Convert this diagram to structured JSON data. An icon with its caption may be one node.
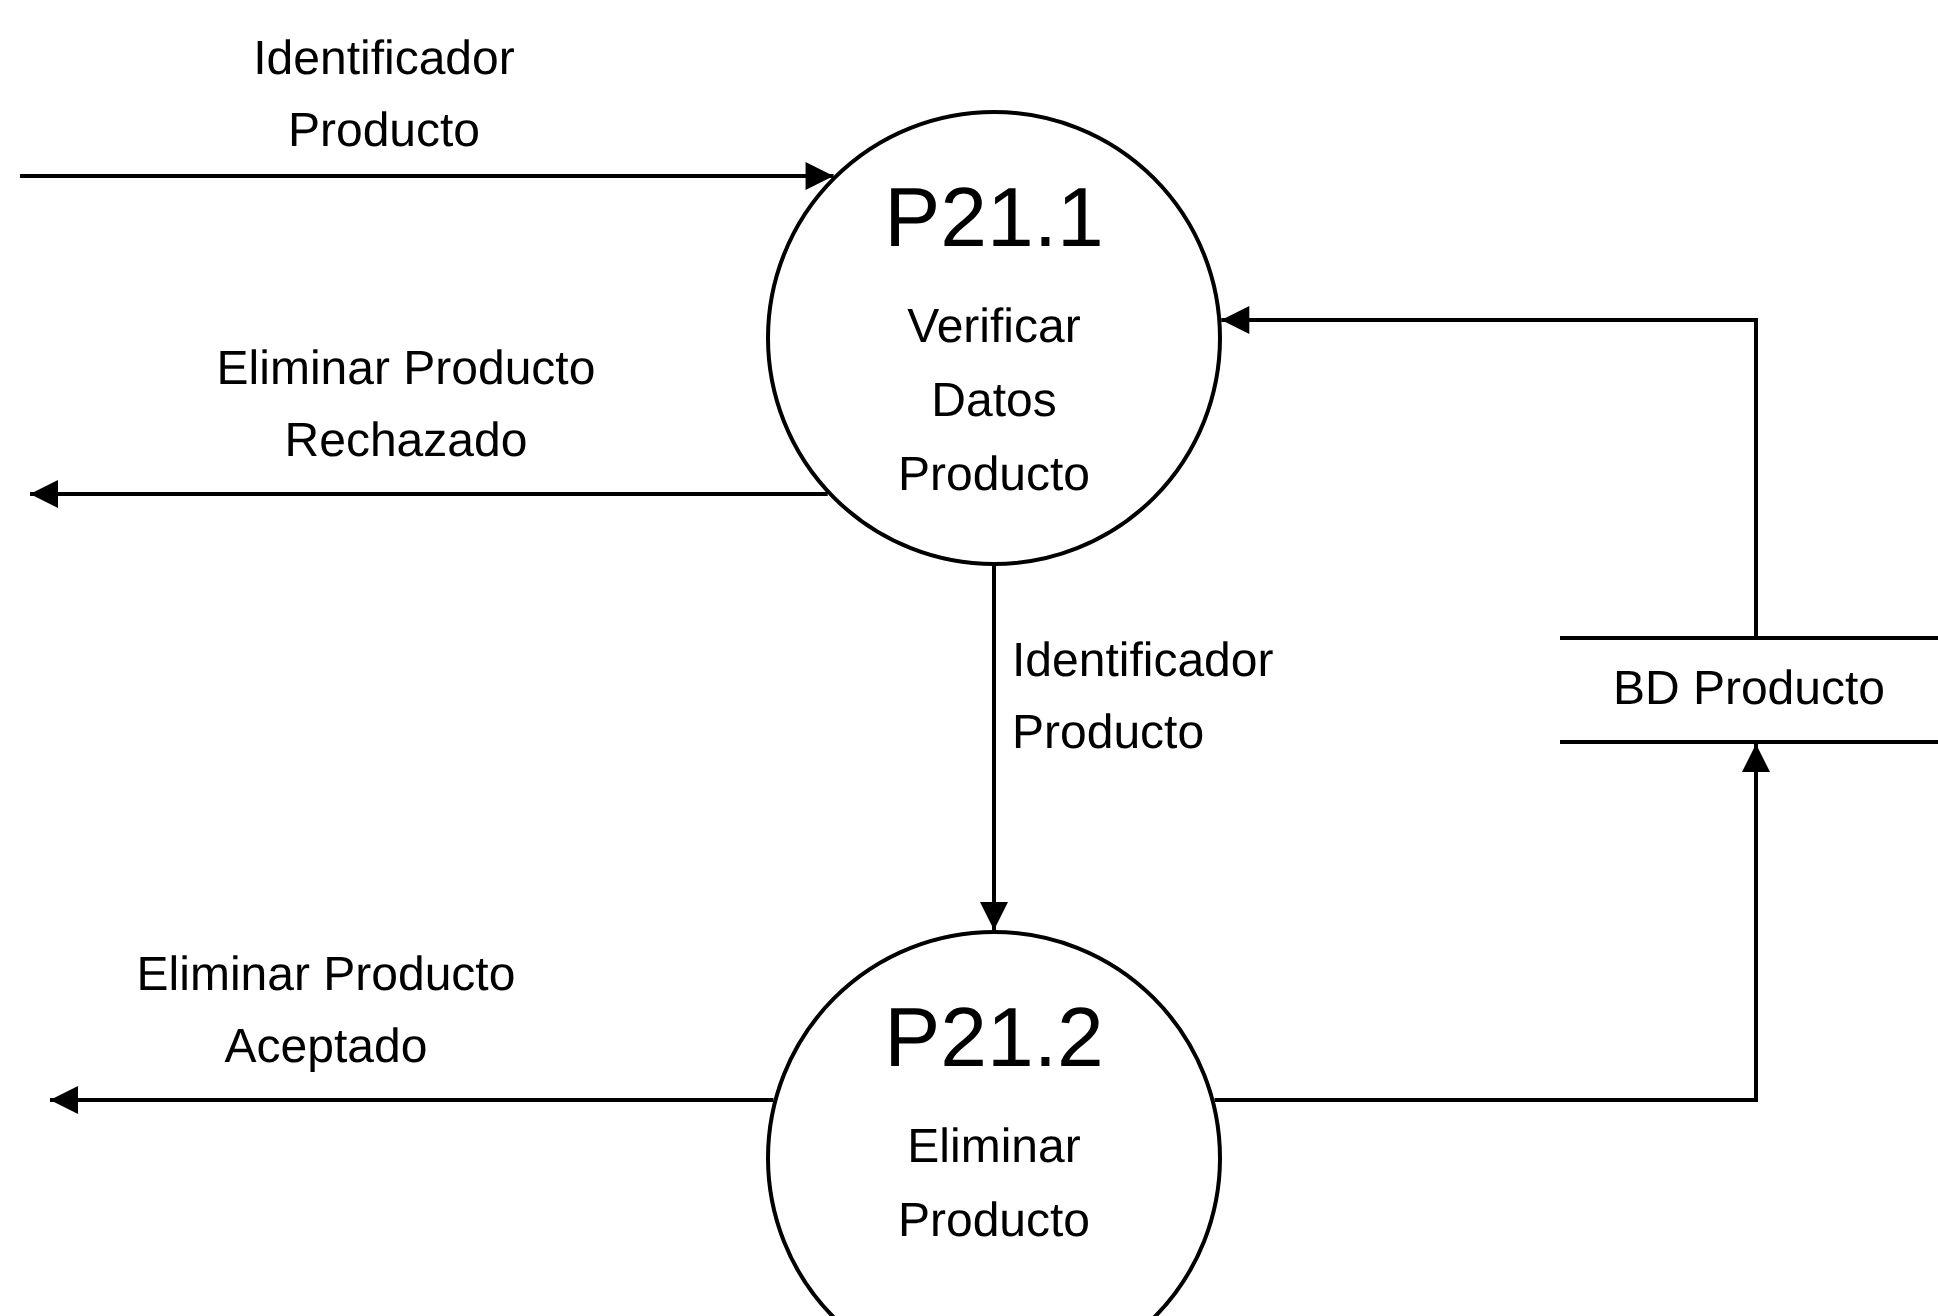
{
  "diagram": {
    "nodes": [
      {
        "text": [
          "P21.1",
          "Verificar Datos Producto"
        ]
      },
      {
        "text": [
          "P21.2",
          "Eliminar Producto"
        ]
      },
      {
        "text": [
          "BD Producto"
        ]
      }
    ],
    "edges": [
      {
        "from": null,
        "to": 0,
        "arrow": "to",
        "label": "Identificador Producto"
      },
      {
        "from": 0,
        "to": null,
        "arrow": "to",
        "label": "Eliminar Producto Rechazado"
      },
      {
        "from": 0,
        "to": 1,
        "arrow": "to",
        "label": "Identificador Producto"
      },
      {
        "from": 1,
        "to": null,
        "arrow": "to",
        "label": "Eliminar Producto Aceptado"
      },
      {
        "from": 1,
        "to": 2,
        "arrow": "to"
      },
      {
        "from": 2,
        "to": 0,
        "arrow": "to"
      }
    ]
  }
}
